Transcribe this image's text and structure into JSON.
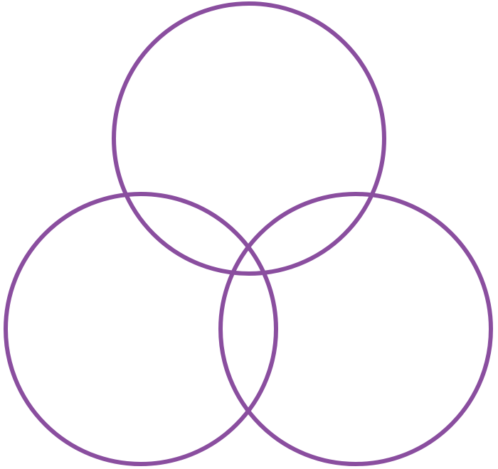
{
  "diagram": {
    "type": "venn",
    "circle_count": 3,
    "stroke_color": "#8A4E9F",
    "fill": "none",
    "background_color": "#ffffff",
    "circles": [
      {
        "id": "top"
      },
      {
        "id": "bottom-left"
      },
      {
        "id": "bottom-right"
      }
    ]
  }
}
